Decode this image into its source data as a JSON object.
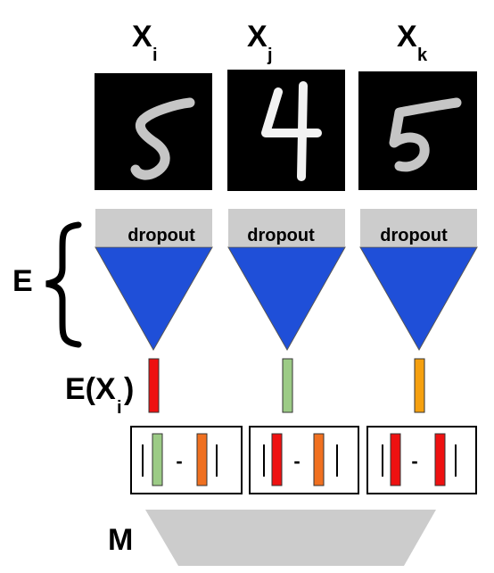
{
  "inputs": [
    {
      "label": "X",
      "subscript": "i",
      "digit": "5"
    },
    {
      "label": "X",
      "subscript": "j",
      "digit": "4"
    },
    {
      "label": "X",
      "subscript": "k",
      "digit": "5"
    }
  ],
  "dropout_label": "dropout",
  "encoder_label": "E",
  "embedding_label": {
    "text": "E(X",
    "subscript": "i",
    "close": ")"
  },
  "embedding_colors": [
    "#ee1111",
    "#9ccb86",
    "#f5a00f"
  ],
  "comparisons": [
    {
      "left_color": "#9ccb86",
      "right_color": "#f07020",
      "operator": "-"
    },
    {
      "left_color": "#ee1111",
      "right_color": "#f07020",
      "operator": "-"
    },
    {
      "left_color": "#ee1111",
      "right_color": "#ee1111",
      "operator": "-"
    }
  ],
  "metric_label": "M",
  "colors": {
    "encoder": "#1f4fd8",
    "dropout": "#cccccc",
    "metric": "#cccccc"
  }
}
